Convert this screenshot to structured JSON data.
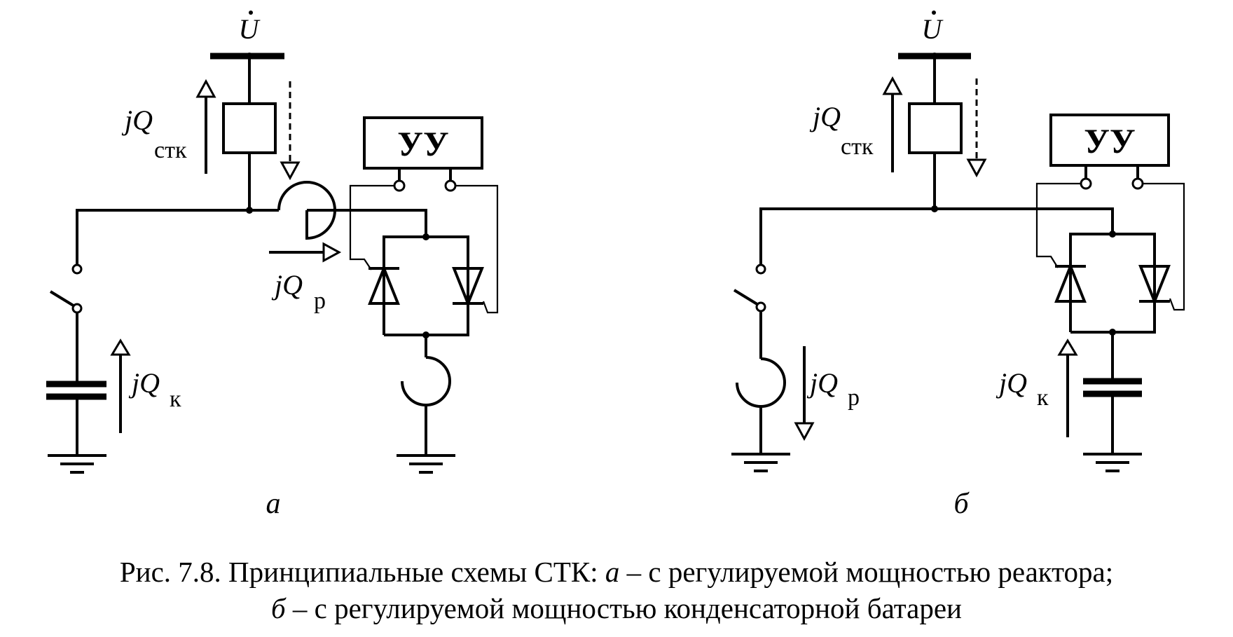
{
  "panel_a": {
    "voltage_label": "U",
    "control_unit_label": "УУ",
    "q_stk_label": "jQ",
    "q_stk_sub": "стк",
    "q_r_label": "jQ",
    "q_r_sub": "р",
    "q_k_label": "jQ",
    "q_k_sub": "к",
    "panel_letter": "а"
  },
  "panel_b": {
    "voltage_label": "U",
    "control_unit_label": "УУ",
    "q_stk_label": "jQ",
    "q_stk_sub": "стк",
    "q_r_label": "jQ",
    "q_r_sub": "р",
    "q_k_label": "jQ",
    "q_k_sub": "к",
    "panel_letter": "б"
  },
  "caption": {
    "line1_prefix": "Рис. 7.8. Принципиальные схемы СТК: ",
    "line1_letter": "а",
    "line1_suffix": " – с регулируемой мощностью реактора;",
    "line2_letter": "б",
    "line2_suffix": " – с регулируемой мощностью конденсаторной батареи"
  }
}
